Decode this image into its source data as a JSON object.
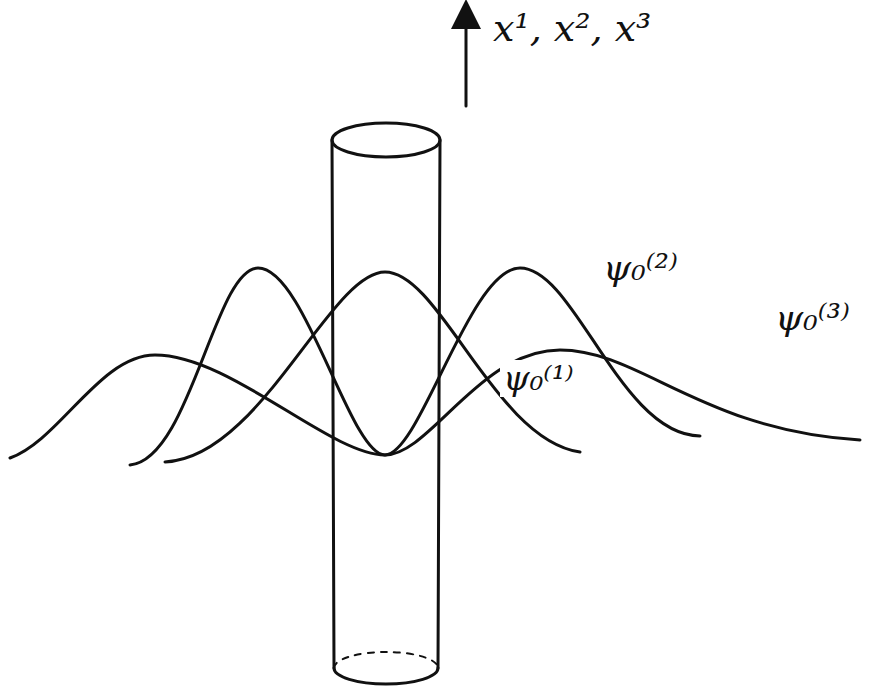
{
  "diagram": {
    "labels": [
      "x¹, x², x³",
      "ψ₀⁽²⁾",
      "ψ₀⁽¹⁾",
      "ψ₀⁽³⁾"
    ]
  }
}
